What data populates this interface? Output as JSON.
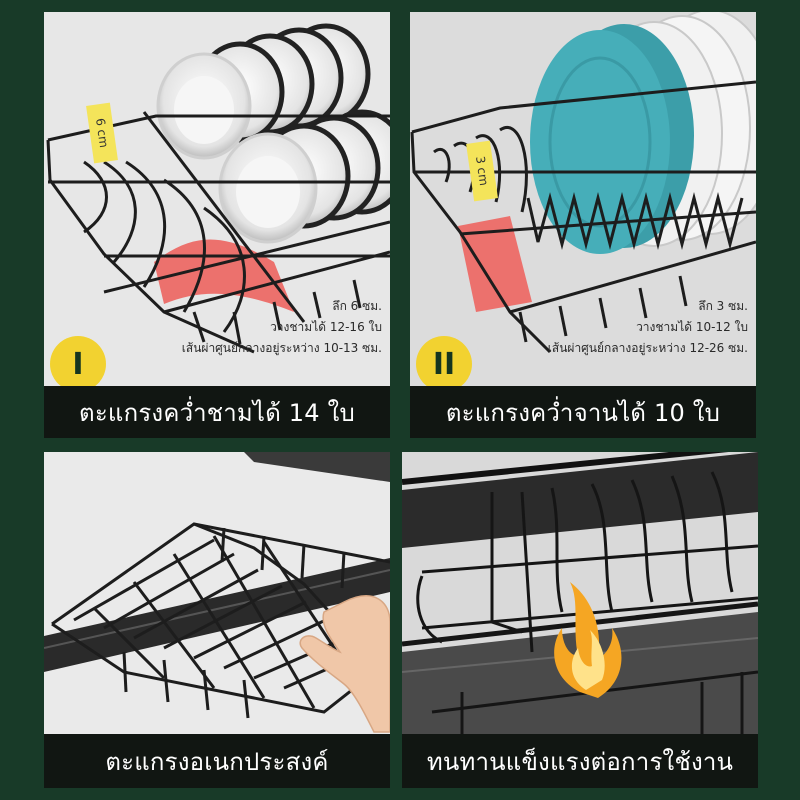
{
  "panels": [
    {
      "id": "bowl-rack",
      "badge": "I",
      "size_tag": "6 cm",
      "specs": [
        "ลึก 6 ซม.",
        "วางชามได้ 12-16 ใบ",
        "เส้นผ่าศูนย์กลางอยู่ระหว่าง 10-13 ซม."
      ],
      "caption": "ตะแกรงคว่ำชามได้ 14 ใบ"
    },
    {
      "id": "plate-rack",
      "badge": "II",
      "size_tag": "3 cm",
      "specs": [
        "ลึก 3 ซม.",
        "วางชามได้ 10-12 ใบ",
        "เส้นผ่าศูนย์กลางอยู่ระหว่าง 12-26 ซม."
      ],
      "caption": "ตะแกรงคว่ำจานได้ 10 ใบ"
    },
    {
      "id": "multi-basket",
      "caption": "ตะแกรงอเนกประสงค์"
    },
    {
      "id": "durability",
      "caption": "ทนทานแข็งแรงต่อการใช้งาน"
    }
  ],
  "colors": {
    "background": "#183a28",
    "caption_bar": "#111612",
    "badge": "#f2d230",
    "plate_teal": "#46aeb9",
    "highlight_red": "#ec6a66"
  },
  "icons": [
    "flame-icon",
    "hand-icon"
  ]
}
